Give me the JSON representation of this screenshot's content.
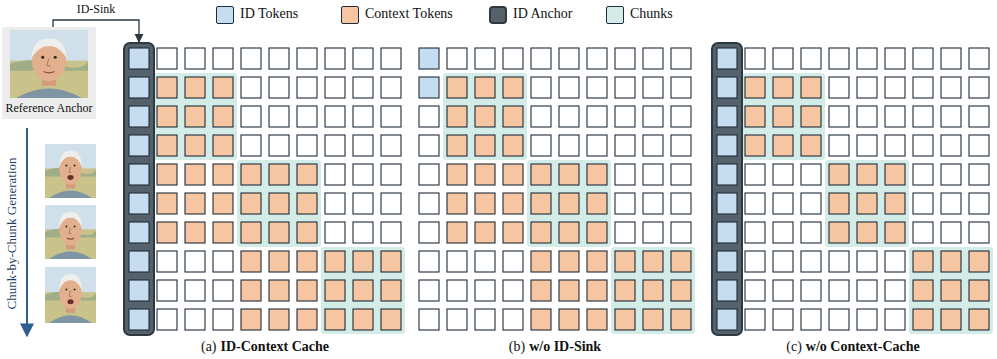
{
  "diagram": {
    "nodes": [
      {
        "text": [
          "Reference Anchor"
        ]
      }
    ],
    "labels": [
      "ID-Sink",
      "Chunk-by-Chunk Generation",
      "(a)",
      "ID-Context Cache",
      "(b)",
      "w/o ID-Sink",
      "(c)",
      "w/o Context-Cache"
    ],
    "legend": [
      {
        "text": "ID Tokens",
        "color": "#c6dcf0"
      },
      {
        "text": "Context Tokens",
        "color": "#f6c5a1"
      },
      {
        "text": "ID Anchor",
        "color": "#56626b"
      },
      {
        "text": "Chunks",
        "color": "#d3ece8"
      }
    ]
  }
}
